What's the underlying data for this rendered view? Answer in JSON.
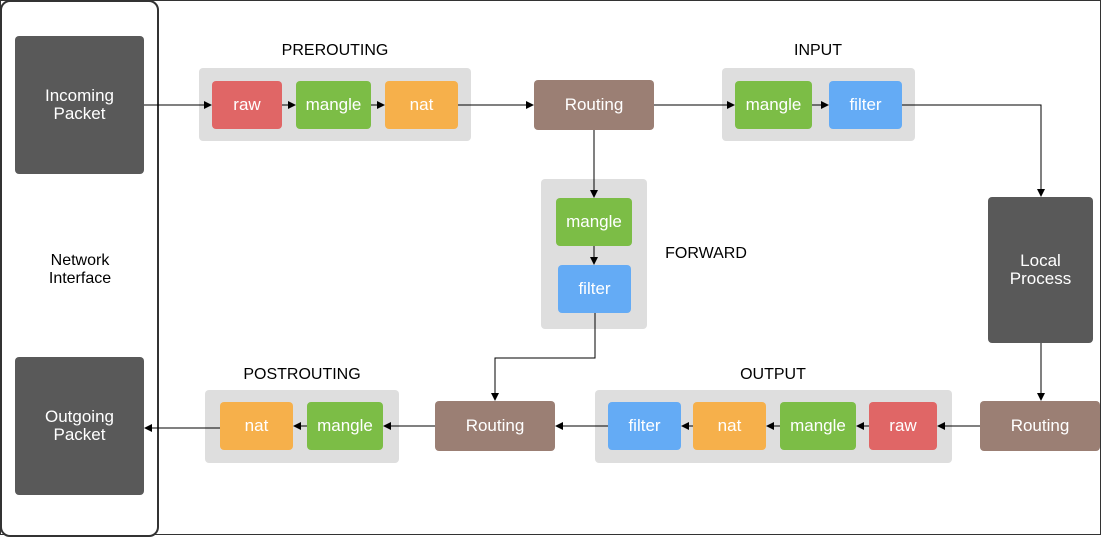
{
  "left": {
    "incoming": "Incoming\nPacket",
    "network_interface": "Network\nInterface",
    "outgoing": "Outgoing\nPacket"
  },
  "chains": {
    "prerouting": {
      "title": "PREROUTING",
      "tables": [
        "raw",
        "mangle",
        "nat"
      ]
    },
    "input": {
      "title": "INPUT",
      "tables": [
        "mangle",
        "filter"
      ]
    },
    "forward": {
      "title": "FORWARD",
      "tables": [
        "mangle",
        "filter"
      ]
    },
    "output": {
      "title": "OUTPUT",
      "tables": [
        "filter",
        "nat",
        "mangle",
        "raw"
      ]
    },
    "postrouting": {
      "title": "POSTROUTING",
      "tables": [
        "nat",
        "mangle"
      ]
    }
  },
  "routing": {
    "label": "Routing"
  },
  "local_process": "Local\nProcess",
  "colors": {
    "raw": "#e06666",
    "mangle": "#7cbd46",
    "nat": "#f6b04b",
    "filter": "#64abf5",
    "routing": "#9b7f74",
    "dark": "#595959",
    "group": "#dedede"
  }
}
